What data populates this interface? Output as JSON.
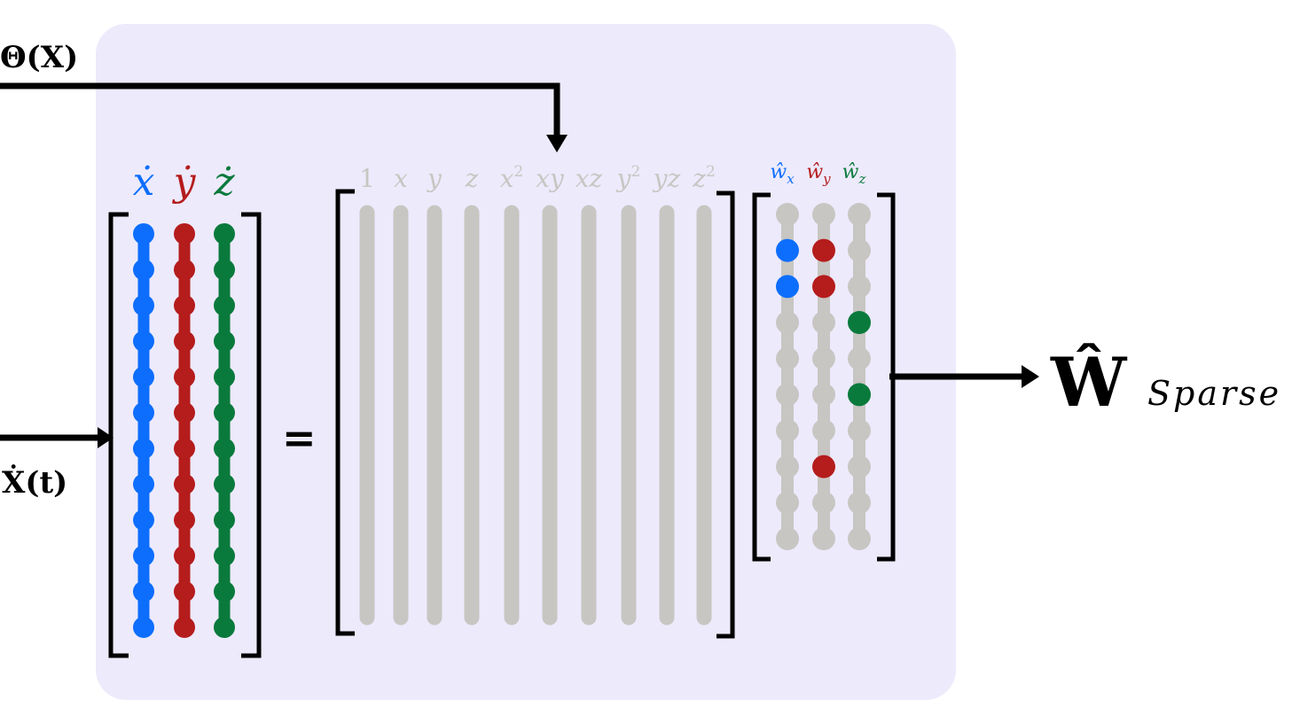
{
  "labels": {
    "theta": "Θ(X)",
    "xdot": "Ẋ(t)",
    "equals": "=",
    "w_hat": "Ŵ",
    "w_sub": "Sparse"
  },
  "lhs_headers": [
    {
      "text": "ẋ",
      "color": "#0d6efd"
    },
    {
      "text": "ẏ",
      "color": "#b51c1c"
    },
    {
      "text": "ż",
      "color": "#0a7a3c"
    }
  ],
  "library_terms": [
    {
      "base": "1",
      "sup": ""
    },
    {
      "base": "x",
      "sup": ""
    },
    {
      "base": "y",
      "sup": ""
    },
    {
      "base": "z",
      "sup": ""
    },
    {
      "base": "x",
      "sup": "2"
    },
    {
      "base": "xy",
      "sup": ""
    },
    {
      "base": "xz",
      "sup": ""
    },
    {
      "base": "y",
      "sup": "2"
    },
    {
      "base": "yz",
      "sup": ""
    },
    {
      "base": "z",
      "sup": "2"
    }
  ],
  "coef_headers": [
    {
      "base": "ŵ",
      "sub": "x",
      "color": "#0d6efd"
    },
    {
      "base": "ŵ",
      "sub": "y",
      "color": "#b51c1c"
    },
    {
      "base": "ŵ",
      "sub": "z",
      "color": "#0a7a3c"
    }
  ],
  "sparsity": {
    "rows": 10,
    "active": {
      "x": [
        1,
        2
      ],
      "y": [
        1,
        2,
        7
      ],
      "z": [
        3,
        5
      ]
    }
  },
  "colors": {
    "background_panel": "#edeafc",
    "blue": "#0d6efd",
    "red": "#b51c1c",
    "green": "#0a7a3c",
    "gray": "#c8c6c2",
    "header_gray": "#c8c6c2",
    "ink": "#000000"
  }
}
